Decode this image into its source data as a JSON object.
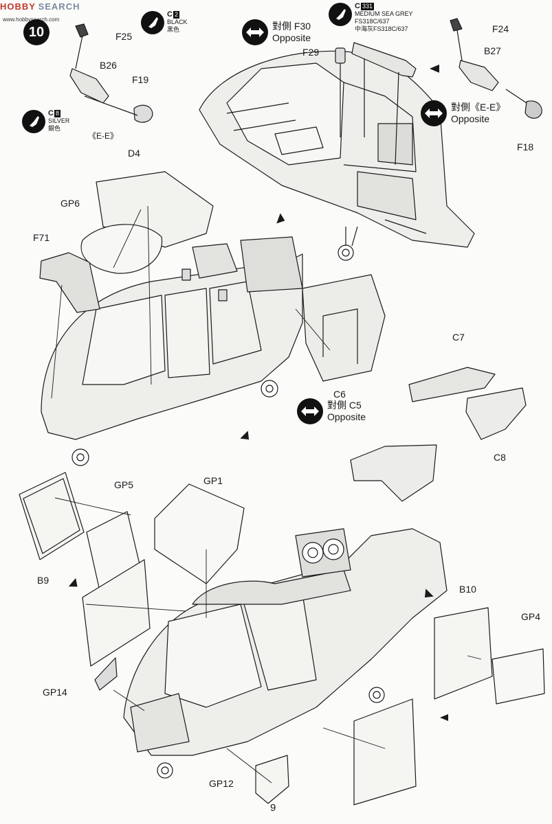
{
  "watermark": {
    "brand": "HOBBY",
    "search": "SEARCH",
    "sub": "www.hobbysearch.com"
  },
  "step_number": "10",
  "page_number": "9",
  "paints": {
    "black": {
      "code": "C",
      "num": "2",
      "name": "BLACK",
      "name_cn": "黑色"
    },
    "silver": {
      "code": "C",
      "num": "8",
      "name": "SILVER",
      "name_cn": "銀色"
    },
    "sea_grey": {
      "code": "C",
      "num": "331",
      "name": "MEDIUM SEA GREY",
      "fs": "FS318C/637",
      "cn": "中海灰FS318C/637"
    }
  },
  "opposites": {
    "f30": {
      "cn": "對側 F30",
      "en": "Opposite"
    },
    "ee": {
      "cn": "對側《E-E》",
      "en": "Opposite"
    },
    "c5": {
      "cn": "對側 C5",
      "en": "Opposite"
    }
  },
  "ee_note": "《E-E》",
  "parts": {
    "F25": "F25",
    "F24": "F24",
    "F29": "F29",
    "B26": "B26",
    "B27": "B27",
    "F19": "F19",
    "F18": "F18",
    "D4": "D4",
    "GP6": "GP6",
    "F71": "F71",
    "C7": "C7",
    "C6": "C6",
    "C8": "C8",
    "GP5": "GP5",
    "GP1": "GP1",
    "B9": "B9",
    "B10": "B10",
    "GP4": "GP4",
    "GP14": "GP14",
    "GP12": "GP12"
  },
  "colors": {
    "ink": "#1a1a1a",
    "paper": "#fbfbfa",
    "panel": "#e9e9e6",
    "shade": "#c9c9c5"
  }
}
